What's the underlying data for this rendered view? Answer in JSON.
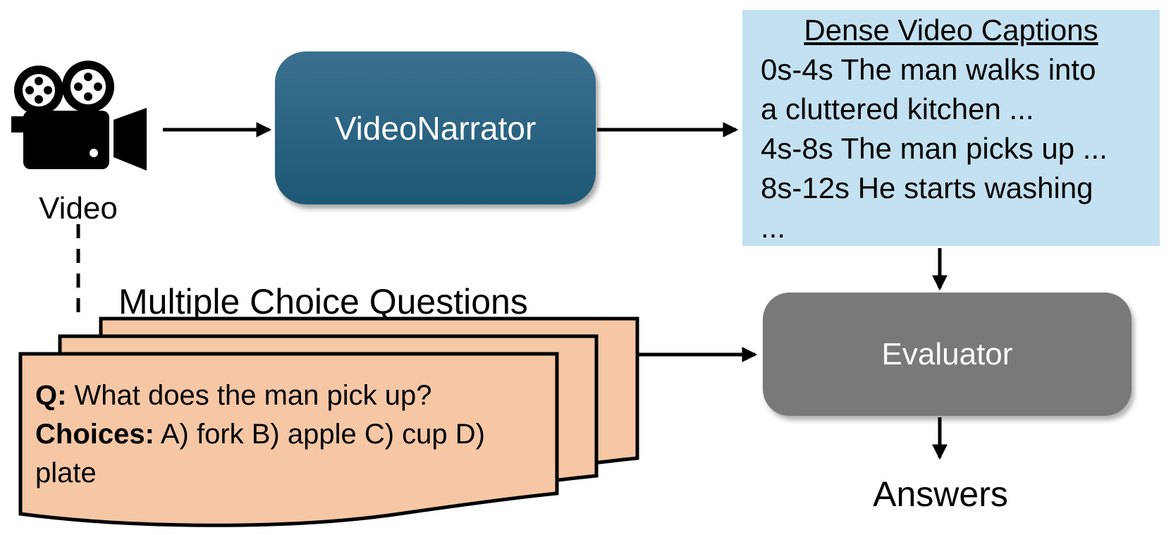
{
  "colors": {
    "narrator_top": "#3a7190",
    "narrator_bottom": "#1d5875",
    "captions_bg": "#c3e1f1",
    "evaluator_bg": "#797979",
    "card_bg": "#f5c7a5",
    "arrow": "#000000"
  },
  "video": {
    "label": "Video"
  },
  "narrator": {
    "label": "VideoNarrator"
  },
  "captions": {
    "title": "Dense Video Captions",
    "lines": [
      "0s-4s The man walks into",
      "a cluttered kitchen ...",
      "4s-8s The man picks up ...",
      "8s-12s He starts washing",
      "..."
    ]
  },
  "mcq": {
    "title": "Multiple Choice Questions",
    "question_label": "Q:",
    "question": " What does the man pick up?",
    "choices_label": "Choices:",
    "choices": " A) fork B) apple C) cup D) plate"
  },
  "evaluator": {
    "label": "Evaluator"
  },
  "answers": {
    "label": "Answers"
  }
}
